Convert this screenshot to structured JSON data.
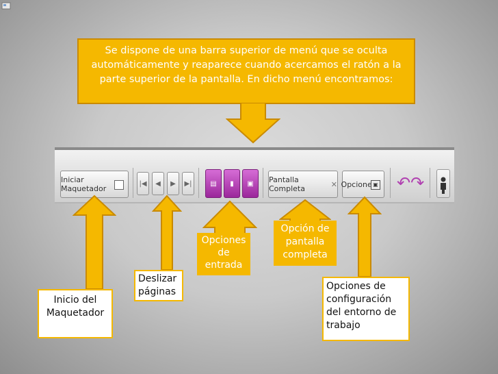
{
  "colors": {
    "accent": "#f5b800",
    "accent_border": "#c98a00",
    "entry_buttons": "#b040b0"
  },
  "intro": {
    "line1": "Se dispone de una barra superior de menú que se oculta",
    "line2": "automáticamente y reaparece cuando acercamos el ratón a la",
    "line3": "parte superior de la pantalla. En dicho menú encontramos:"
  },
  "toolbar": {
    "maquetador_label": "Iniciar Maquetador",
    "nav": [
      "|◀",
      "◀",
      "▶",
      "▶|"
    ],
    "entry_icons": [
      "▤",
      "▮",
      "▣"
    ],
    "pantalla_label": "Pantalla Completa",
    "pantalla_icon": "✕",
    "opciones_label": "Opciones",
    "opciones_icon": "▣",
    "undo_icon": "↶↷",
    "person_icon": "person-icon"
  },
  "labels": {
    "inicio": {
      "line1": "Inicio del",
      "line2": "Maquetador"
    },
    "deslizar": {
      "line1": "Deslizar",
      "line2": "páginas"
    },
    "entrada": {
      "line1": "Opciones",
      "line2": "de",
      "line3": "entrada"
    },
    "completa": {
      "line1": "Opción de",
      "line2": "pantalla",
      "line3": "completa"
    },
    "config": {
      "line1": "Opciones de",
      "line2": "configuración",
      "line3": "del entorno de",
      "line4": "trabajo"
    }
  }
}
